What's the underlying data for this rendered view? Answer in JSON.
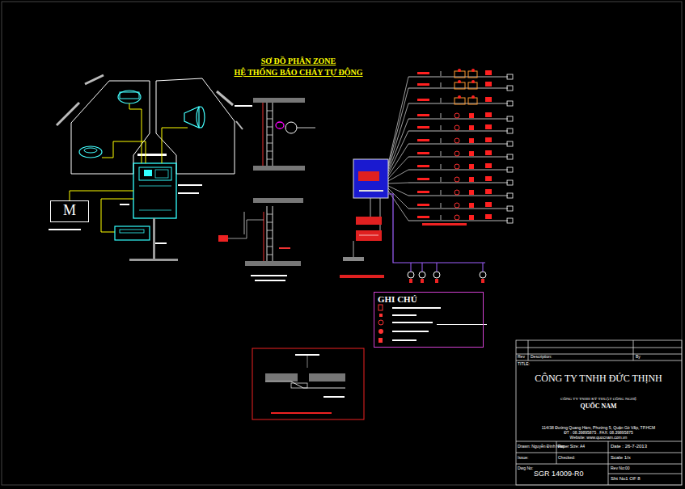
{
  "diagram": {
    "title": "SƠ ĐỒ PHÂN ZONE",
    "nodes": [
      {
        "text": [
          "M"
        ]
      },
      {
        "text": [
          "GHI CHÚ"
        ]
      }
    ],
    "labels": [
      "HỆ THỐNG BÁO CHÁY TỰ ĐỘNG",
      "Rev",
      "Description:",
      "By",
      "TITLE:",
      "CÔNG TY TNHH ĐỨC THỊNH",
      "CÔNG TY TNHH KỸ THUẬT CÔNG NGHỆ",
      "QUỐC NAM",
      "114/38 Đường Quang Hàm, Phường 5, Quận Gò Vấp, TP.HCM",
      "ĐT : 08.39895875 . FAX: 08.39895875",
      "Website: www.quocnam.com.vn",
      "Drawn: Nguyễn Đình Nam",
      "Paper Size: A4",
      "Date : 26-7-2013",
      "Issue:",
      "Checked:",
      "Scale 1/x",
      "Rev No:00",
      "Dwg No:",
      "SGR 14009-R0",
      "Sht No1 OF 8"
    ]
  }
}
